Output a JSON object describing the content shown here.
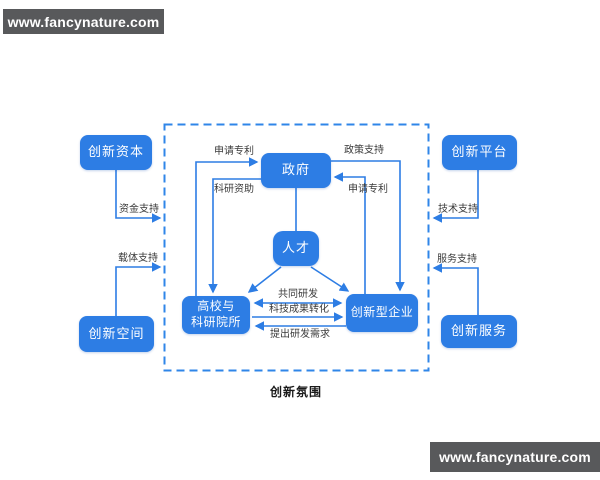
{
  "watermarks": {
    "top_left": "www.fancynature.com",
    "bottom_right": "www.fancynature.com"
  },
  "diagram": {
    "boundary_label": "创新氛围",
    "nodes": {
      "government": {
        "label": "政府"
      },
      "talent": {
        "label": "人才"
      },
      "universities": {
        "label_line1": "高校与",
        "label_line2": "科研院所"
      },
      "enterprises": {
        "label": "创新型企业"
      },
      "capital": {
        "label": "创新资本"
      },
      "space": {
        "label": "创新空间"
      },
      "platform": {
        "label": "创新平台"
      },
      "service": {
        "label": "创新服务"
      }
    },
    "edge_labels": {
      "apply_patent_left": "申请专利",
      "research_funding": "科研资助",
      "policy_support": "政策支持",
      "apply_patent_right": "申请专利",
      "joint_rnd": "共同研发",
      "achievements_transfer": "科技成果转化",
      "rnd_demand": "提出研发需求",
      "funding_support": "资金支持",
      "carrier_support": "载体支持",
      "technical_support": "技术支持",
      "service_support": "服务支持"
    },
    "colors": {
      "node_blue": "#2d7de4",
      "line_blue": "#2d7de4",
      "dashed_border_blue": "#2f86e8",
      "edge_label_gray": "#3a3a3a",
      "watermark_gray": "#58595b",
      "node_text_white": "#ffffff"
    }
  }
}
